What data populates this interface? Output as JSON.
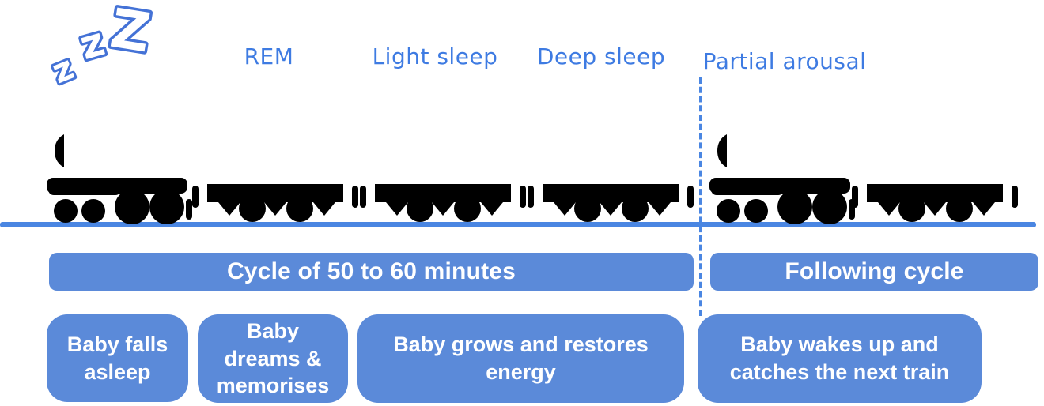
{
  "colors": {
    "train": "#4a86e2",
    "label_text": "#3e7be2",
    "fill": "#5b8ad9",
    "cyan": "#38c3f5",
    "zzz": "#4472d6",
    "text_on_fill": "#ffffff"
  },
  "zzz_icon": {
    "letters": [
      "z",
      "z",
      "Z"
    ]
  },
  "stage_labels": [
    {
      "label": "REM"
    },
    {
      "label": "Light sleep"
    },
    {
      "label": "Deep sleep"
    },
    {
      "label": "Partial arousal"
    }
  ],
  "cycle_bars": [
    {
      "label": "Cycle of 50 to 60 minutes"
    },
    {
      "label": "Following cycle"
    }
  ],
  "stage_boxes": [
    {
      "label": "Baby falls asleep"
    },
    {
      "label": "Baby dreams & memorises"
    },
    {
      "label": "Baby grows and restores energy"
    },
    {
      "label": "Baby wakes up and catches the next train"
    }
  ]
}
